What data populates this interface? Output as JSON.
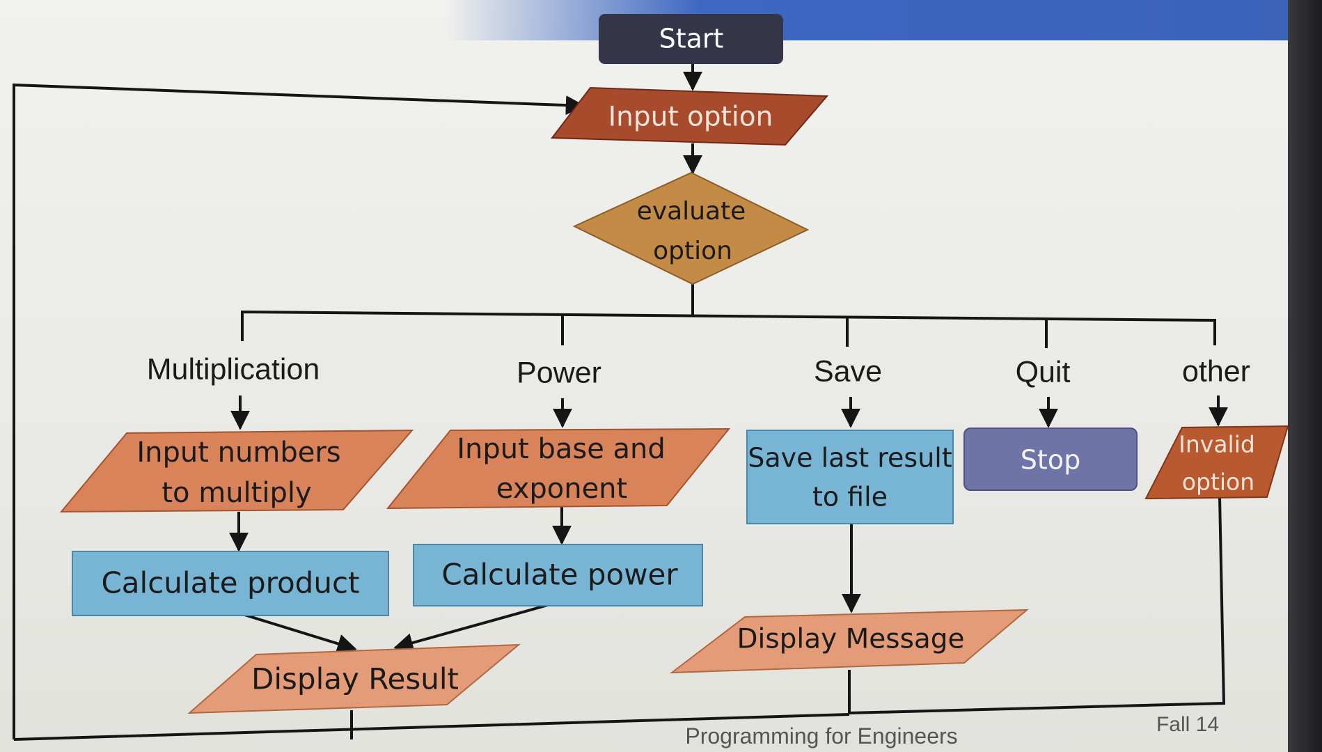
{
  "nodes": {
    "start": {
      "label": "Start"
    },
    "input_option": {
      "label": "Input option"
    },
    "evaluate": {
      "line1": "evaluate",
      "line2": "option"
    },
    "input_multiply": {
      "line1": "Input numbers",
      "line2": "to multiply"
    },
    "input_power": {
      "line1": "Input base and",
      "line2": "exponent"
    },
    "save_file": {
      "line1": "Save last result",
      "line2": "to file"
    },
    "stop": {
      "label": "Stop"
    },
    "invalid": {
      "line1": "Invalid",
      "line2": "option"
    },
    "calc_product": {
      "label": "Calculate product"
    },
    "calc_power": {
      "label": "Calculate power"
    },
    "display_message": {
      "label": "Display Message"
    },
    "display_result": {
      "label": "Display Result"
    }
  },
  "branches": {
    "multiplication": "Multiplication",
    "power": "Power",
    "save": "Save",
    "quit": "Quit",
    "other": "other"
  },
  "footer": {
    "course": "Programming for Engineers",
    "term": "Fall 14"
  },
  "colors": {
    "terminal_start": "#35354a",
    "io_dark": "#a84a2c",
    "decision": "#c38b45",
    "io_light": "#d9835a",
    "process": "#78b5d4",
    "stop": "#6f74a6",
    "line": "#151515"
  }
}
